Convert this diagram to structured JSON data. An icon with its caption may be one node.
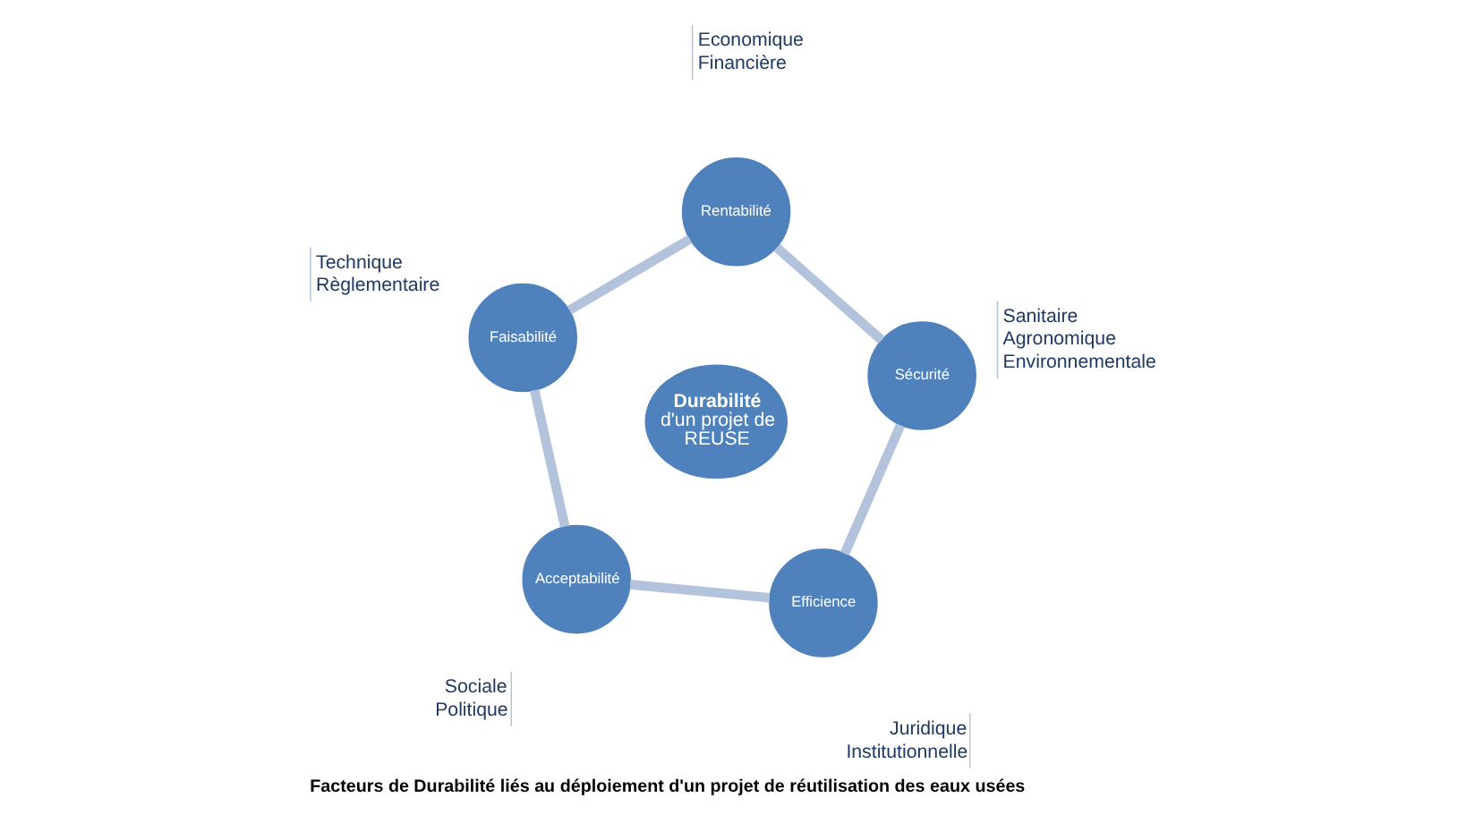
{
  "diagram": {
    "caption": "Facteurs de Durabilité liés au déploiement d'un projet de réutilisation des eaux usées",
    "nodes": [
      {
        "text": [
          "Sécurité"
        ],
        "beside": [
          "Sanitaire",
          "Agronomique",
          "Environnementale"
        ]
      },
      {
        "text": [
          "Efficience"
        ],
        "beside": [
          "Juridique",
          "Institutionnelle"
        ]
      },
      {
        "text": [
          "Durabilité",
          "d'un projet de REUSE"
        ]
      },
      {
        "text": [
          "Rentabilité"
        ],
        "beside": [
          "Economique",
          "Financière"
        ]
      },
      {
        "text": [
          "Acceptabilité"
        ],
        "beside": [
          "Sociale",
          "Politique"
        ]
      },
      {
        "text": [
          "Faisabilité"
        ],
        "beside": [
          "Technique",
          "Règlementaire"
        ]
      }
    ],
    "edges": [
      {
        "from": 0,
        "to": 3,
        "arrow": "none"
      },
      {
        "from": 3,
        "to": 5,
        "arrow": "none"
      },
      {
        "from": 5,
        "to": 4,
        "arrow": "none"
      },
      {
        "from": 4,
        "to": 1,
        "arrow": "none"
      },
      {
        "from": 1,
        "to": 0,
        "arrow": "none"
      }
    ]
  }
}
